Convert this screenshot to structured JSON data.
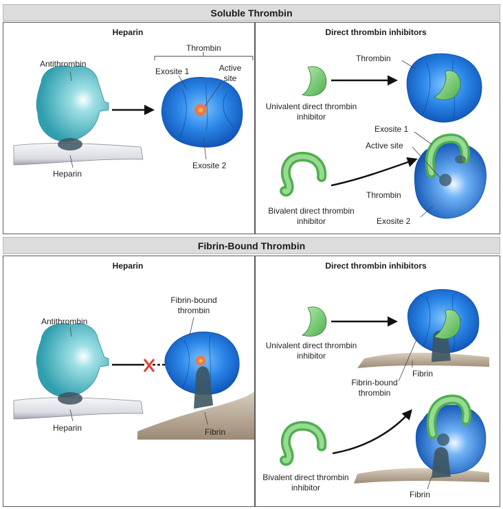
{
  "top": {
    "title": "Soluble Thrombin",
    "left": {
      "title": "Heparin",
      "antithrombin": "Antithrombin",
      "heparin": "Heparin",
      "thrombin": "Thrombin",
      "exosite1": "Exosite 1",
      "active_site": "Active site",
      "exosite2": "Exosite 2"
    },
    "right": {
      "title": "Direct thrombin inhibitors",
      "thrombin_1": "Thrombin",
      "univalent": "Univalent direct thrombin inhibitor",
      "exosite1": "Exosite 1",
      "active_site": "Active site",
      "thrombin_2": "Thrombin",
      "exosite2": "Exosite 2",
      "bivalent": "Bivalent direct thrombin inhibitor"
    }
  },
  "bottom": {
    "title": "Fibrin-Bound Thrombin",
    "left": {
      "title": "Heparin",
      "antithrombin": "Antithrombin",
      "heparin": "Heparin",
      "fibrin_bound": "Fibrin-bound thrombin",
      "fibrin": "Fibrin"
    },
    "right": {
      "title": "Direct thrombin inhibitors",
      "univalent": "Univalent direct thrombin inhibitor",
      "fibrin_1": "Fibrin",
      "fibrin_bound": "Fibrin-bound thrombin",
      "bivalent": "Bivalent direct thrombin inhibitor",
      "fibrin_2": "Fibrin"
    }
  },
  "colors": {
    "antithrombin": "#49b8c4",
    "thrombin": "#1e6fd6",
    "inhibitor": "#7fd07a",
    "heparin": "#e6e8ec",
    "fibrin": "#b9a895",
    "blocked": "#e53a2e"
  }
}
